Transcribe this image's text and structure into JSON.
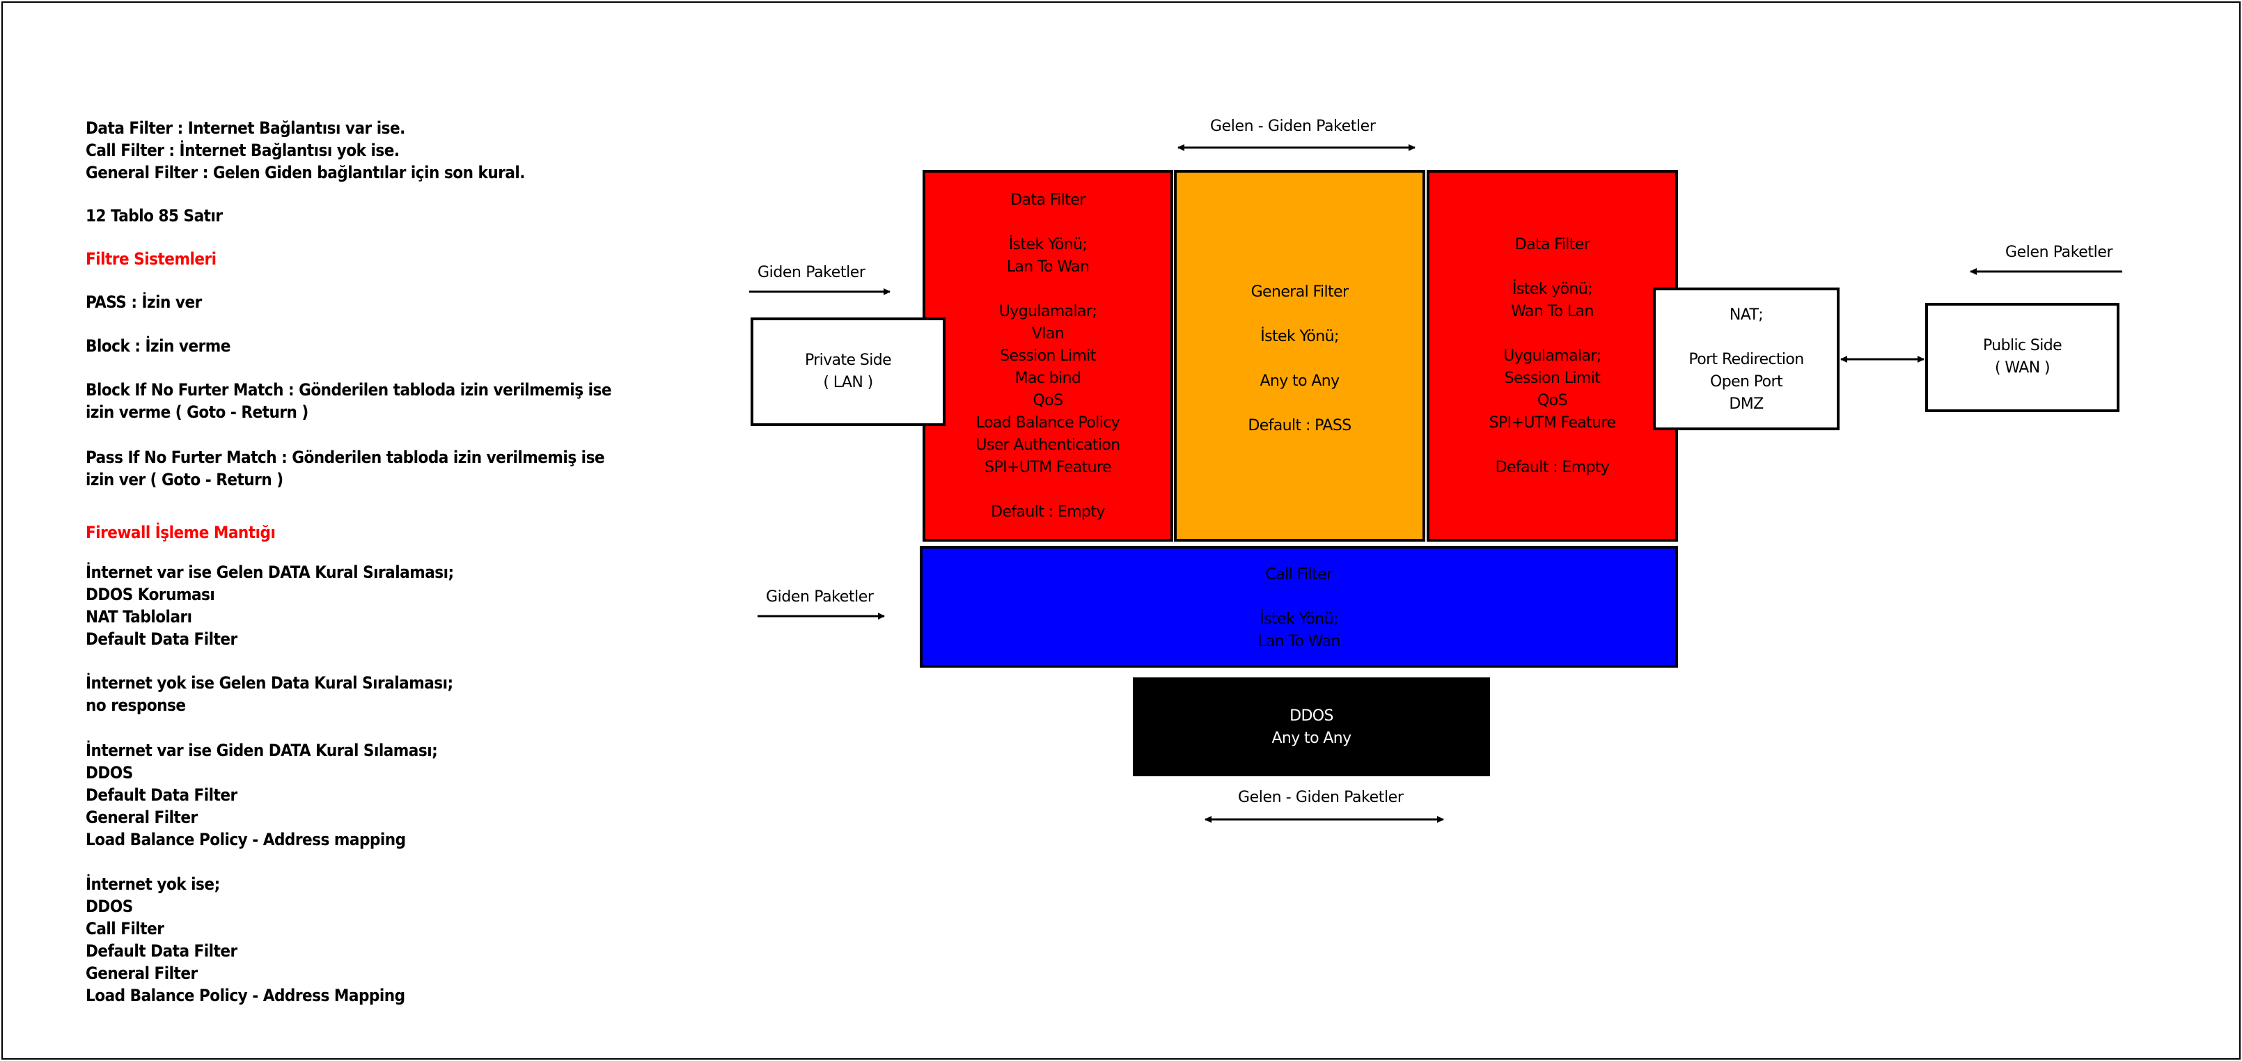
{
  "notes": {
    "definitions": [
      "Data Filter : Internet Bağlantısı var ise.",
      "Call Filter : İnternet Bağlantısı yok ise.",
      "General Filter : Gelen Giden bağlantılar için son kural."
    ],
    "table_count": "12 Tablo 85 Satır",
    "filter_systems_title": "Filtre Sistemleri",
    "pass": "PASS : İzin ver",
    "block": "Block : İzin verme",
    "block_if": [
      "Block If No Furter Match : Gönderilen tabloda izin verilmemiş ise",
      "izin verme ( Goto - Return )"
    ],
    "pass_if": [
      "Pass If No Furter Match : Gönderilen tabloda izin verilmemiş ise",
      "izin ver ( Goto - Return )"
    ],
    "logic_title": "Firewall İşleme Mantığı",
    "incoming_with_internet": [
      "İnternet var ise Gelen DATA Kural Sıralaması;",
      "DDOS Koruması",
      "NAT Tabloları",
      "Default Data Filter"
    ],
    "incoming_without_internet": [
      "İnternet yok ise Gelen Data Kural Sıralaması;",
      "no response"
    ],
    "outgoing_with_internet": [
      "İnternet var ise Giden DATA Kural Sılaması;",
      "DDOS",
      "Default Data Filter",
      "General Filter",
      "Load Balance Policy - Address mapping"
    ],
    "outgoing_without_internet": [
      "İnternet yok ise;",
      "DDOS",
      "Call Filter",
      "Default Data Filter",
      "General Filter",
      "Load Balance Policy - Address Mapping"
    ]
  },
  "diagram": {
    "data_filter_out": [
      "Data Filter",
      "",
      "İstek Yönü;",
      "Lan To Wan",
      "",
      "Uygulamalar;",
      "Vlan",
      "Session Limit",
      "Mac bind",
      "QoS",
      "Load Balance Policy",
      "User Authentication",
      "SPI+UTM Feature",
      "",
      "Default : Empty"
    ],
    "general_filter": [
      "General Filter",
      "",
      "İstek Yönü;",
      "",
      "Any to Any",
      "",
      "Default  : PASS"
    ],
    "data_filter_in": [
      "Data Filter",
      "",
      "İstek yönü;",
      "Wan To Lan",
      "",
      "Uygulamalar;",
      "Session Limit",
      "QoS",
      "SPI+UTM Feature",
      "",
      "Default : Empty"
    ],
    "call_filter": [
      "Call Filter",
      "",
      "İstek Yönü;",
      "Lan To Wan"
    ],
    "ddos": [
      "DDOS",
      "Any to Any"
    ],
    "private_side": [
      "Private Side",
      "( LAN )"
    ],
    "nat": [
      "NAT;",
      "",
      "Port Redirection",
      "Open Port",
      "DMZ"
    ],
    "public_side": [
      "Public Side",
      "( WAN )"
    ],
    "labels": {
      "top_bidirectional": "Gelen - Giden Paketler",
      "outgoing_left": "Giden Paketler",
      "incoming_right": "Gelen Paketler",
      "outgoing_call": "Giden Paketler",
      "bottom_bidirectional": "Gelen - Giden Paketler"
    },
    "colors": {
      "data_filter": "#ff0000",
      "general_filter": "#ffa500",
      "call_filter": "#0000ff",
      "ddos": "#000000",
      "heading": "#ff0000"
    }
  }
}
